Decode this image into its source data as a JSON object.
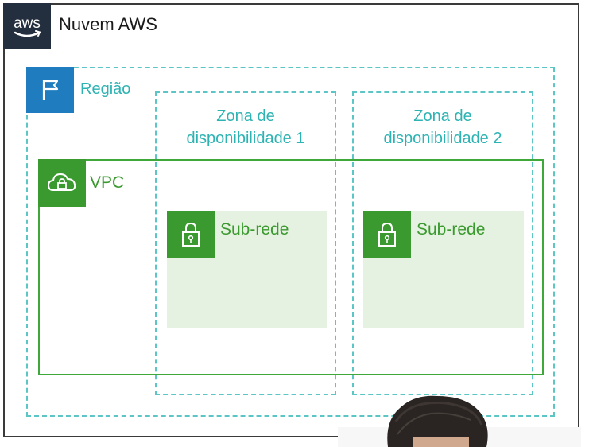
{
  "header": {
    "logo_text": "aws",
    "title": "Nuvem AWS"
  },
  "region": {
    "label": "Região",
    "icon": "flag-icon"
  },
  "availability_zones": [
    {
      "line1": "Zona de",
      "line2": "disponibilidade 1"
    },
    {
      "line1": "Zona de",
      "line2": "disponibilidade 2"
    }
  ],
  "vpc": {
    "label": "VPC",
    "icon": "cloud-lock-icon"
  },
  "subnets": [
    {
      "label": "Sub-rede",
      "icon": "padlock-icon"
    },
    {
      "label": "Sub-rede",
      "icon": "padlock-icon"
    }
  ],
  "colors": {
    "aws_dark": "#232f3e",
    "region_blue": "#1f7cbf",
    "teal_dashed": "#5cc6c6",
    "vpc_green": "#3a9a2f",
    "subnet_fill": "#e6f2e1"
  }
}
